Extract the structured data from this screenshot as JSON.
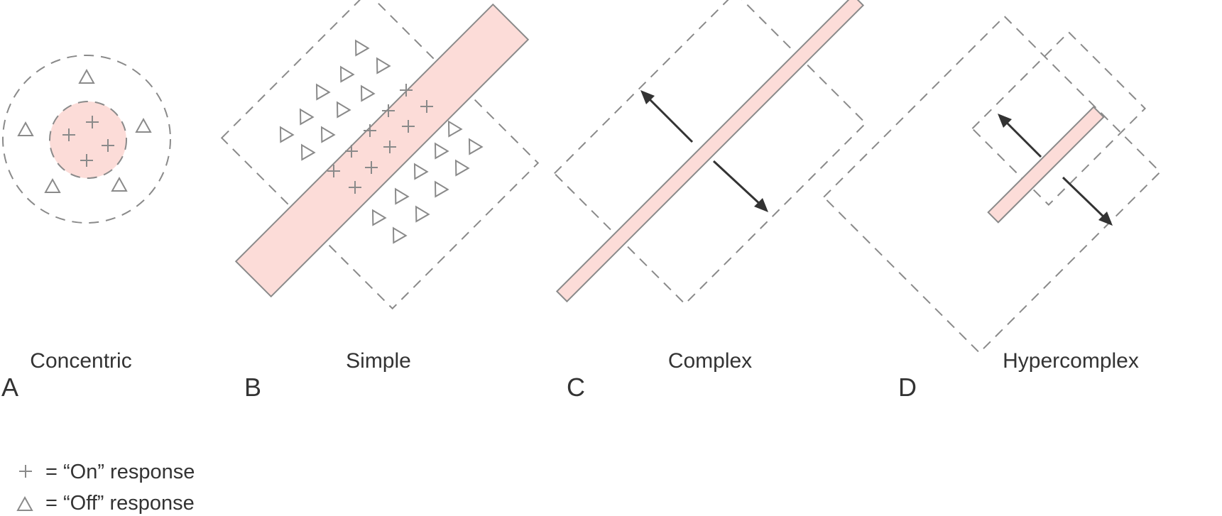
{
  "panels": [
    {
      "letter": "A",
      "title": "Concentric"
    },
    {
      "letter": "B",
      "title": "Simple"
    },
    {
      "letter": "C",
      "title": "Complex"
    },
    {
      "letter": "D",
      "title": "Hypercomplex"
    }
  ],
  "legend": {
    "on": {
      "symbol": "plus",
      "text": "= “On” response"
    },
    "off": {
      "symbol": "triangle",
      "text": "= “Off” response"
    }
  },
  "colors": {
    "stimulus_fill": "#fcdcd8",
    "outline": "#8a8a8a",
    "arrow": "#333333",
    "text": "#333333"
  }
}
